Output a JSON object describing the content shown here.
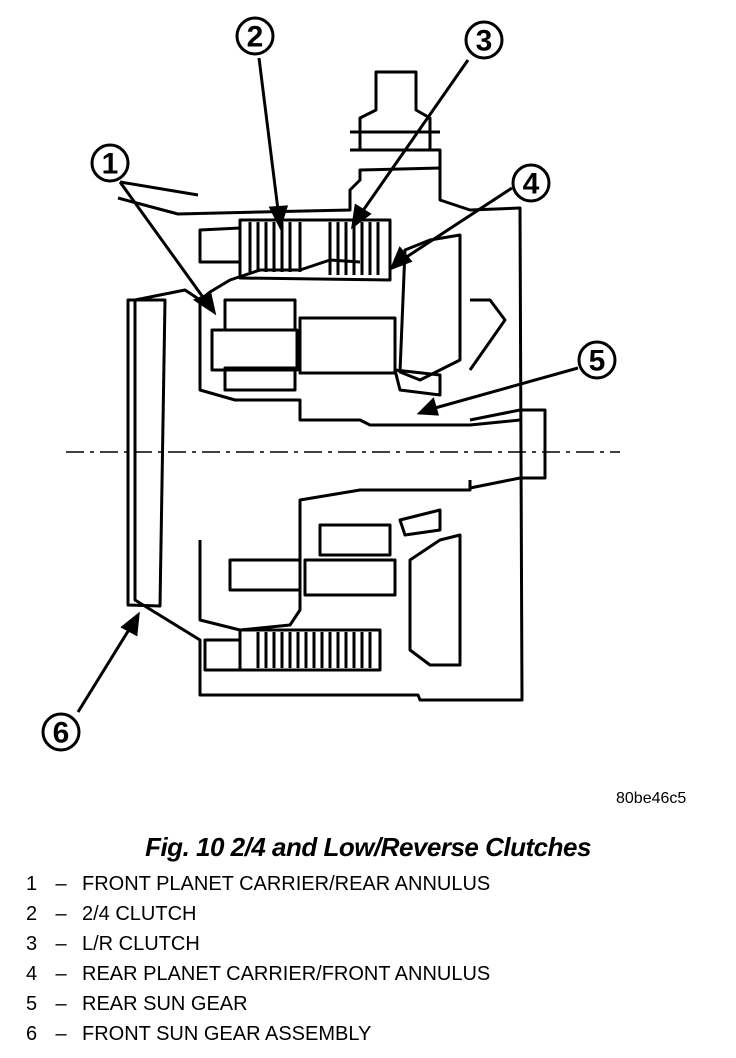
{
  "callouts": [
    {
      "id": "1",
      "label": "FRONT PLANET CARRIER/REAR ANNULUS"
    },
    {
      "id": "2",
      "label": "2/4 CLUTCH"
    },
    {
      "id": "3",
      "label": "L/R CLUTCH"
    },
    {
      "id": "4",
      "label": "REAR PLANET CARRIER/FRONT ANNULUS"
    },
    {
      "id": "5",
      "label": "REAR SUN GEAR"
    },
    {
      "id": "6",
      "label": "FRONT SUN GEAR ASSEMBLY"
    }
  ],
  "image_code": "80be46c5",
  "caption": "Fig. 10 2/4 and Low/Reverse Clutches",
  "legend_dash": "–",
  "colors": {
    "ink": "#000000",
    "paper": "#ffffff"
  }
}
